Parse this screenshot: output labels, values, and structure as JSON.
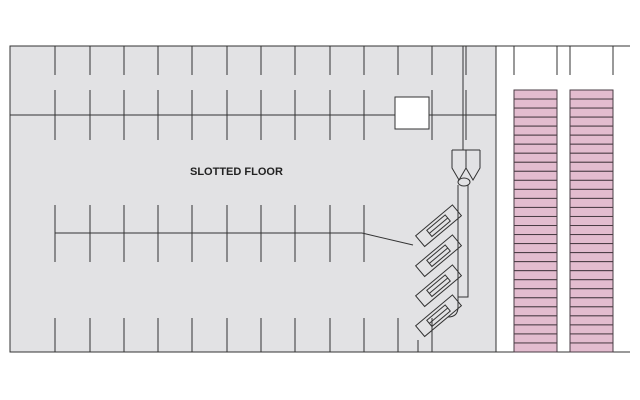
{
  "diagram": {
    "floor_label": "SLOTTED FLOOR",
    "colors": {
      "floor": "#e2e2e4",
      "line": "#333333",
      "bins": "#e3bccf",
      "bin_stroke": "#4a3c44"
    },
    "bins": {
      "columns": 2,
      "slots_per_column": 29
    },
    "conveyor_units": 4
  }
}
